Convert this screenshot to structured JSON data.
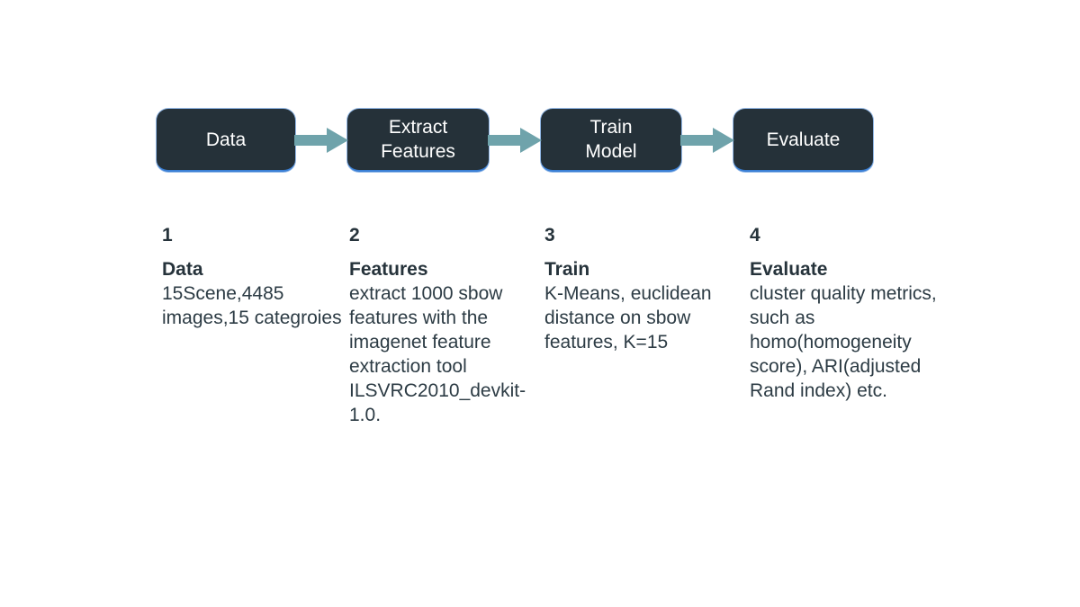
{
  "diagram": {
    "accent_color": "#3a7fd5",
    "node_fill": "#253139",
    "node_text_color": "#ffffff",
    "arrow_color": "#6fa3ab",
    "text_color": "#26333b",
    "background": "#ffffff"
  },
  "flow": {
    "nodes": [
      {
        "line1": "Data",
        "line2": ""
      },
      {
        "line1": "Extract",
        "line2": "Features"
      },
      {
        "line1": "Train",
        "line2": "Model"
      },
      {
        "line1": "Evaluate",
        "line2": ""
      }
    ],
    "arrows": [
      "arrow-right-icon",
      "arrow-right-icon",
      "arrow-right-icon"
    ]
  },
  "steps": [
    {
      "number": "1",
      "title": "Data",
      "body": "15Scene,4485 images,15 categroies"
    },
    {
      "number": "2",
      "title": "Features",
      "body": "extract 1000 sbow features with the imagenet feature extraction tool ILSVRC2010_devkit-1.0."
    },
    {
      "number": "3",
      "title": "Train",
      "body": "K-Means, euclidean distance on sbow features, K=15"
    },
    {
      "number": "4",
      "title": "Evaluate",
      "body": "cluster quality metrics, such as homo(homogeneity score), ARI(adjusted Rand index) etc."
    }
  ]
}
